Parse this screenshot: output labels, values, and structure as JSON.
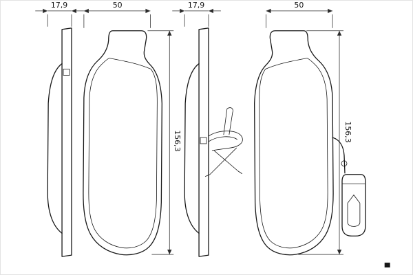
{
  "views": [
    {
      "name": "pad-side-profile-left",
      "width_label": "17,9"
    },
    {
      "name": "pad-front-left",
      "width_label": "50",
      "height_label": "156,3"
    },
    {
      "name": "pad-side-profile-with-spring",
      "width_label": "17,9"
    },
    {
      "name": "pad-front-with-wear-sensor",
      "width_label": "50",
      "height_label": "156,3"
    }
  ],
  "colors": {
    "line": "#161616",
    "background": "#ffffff"
  }
}
